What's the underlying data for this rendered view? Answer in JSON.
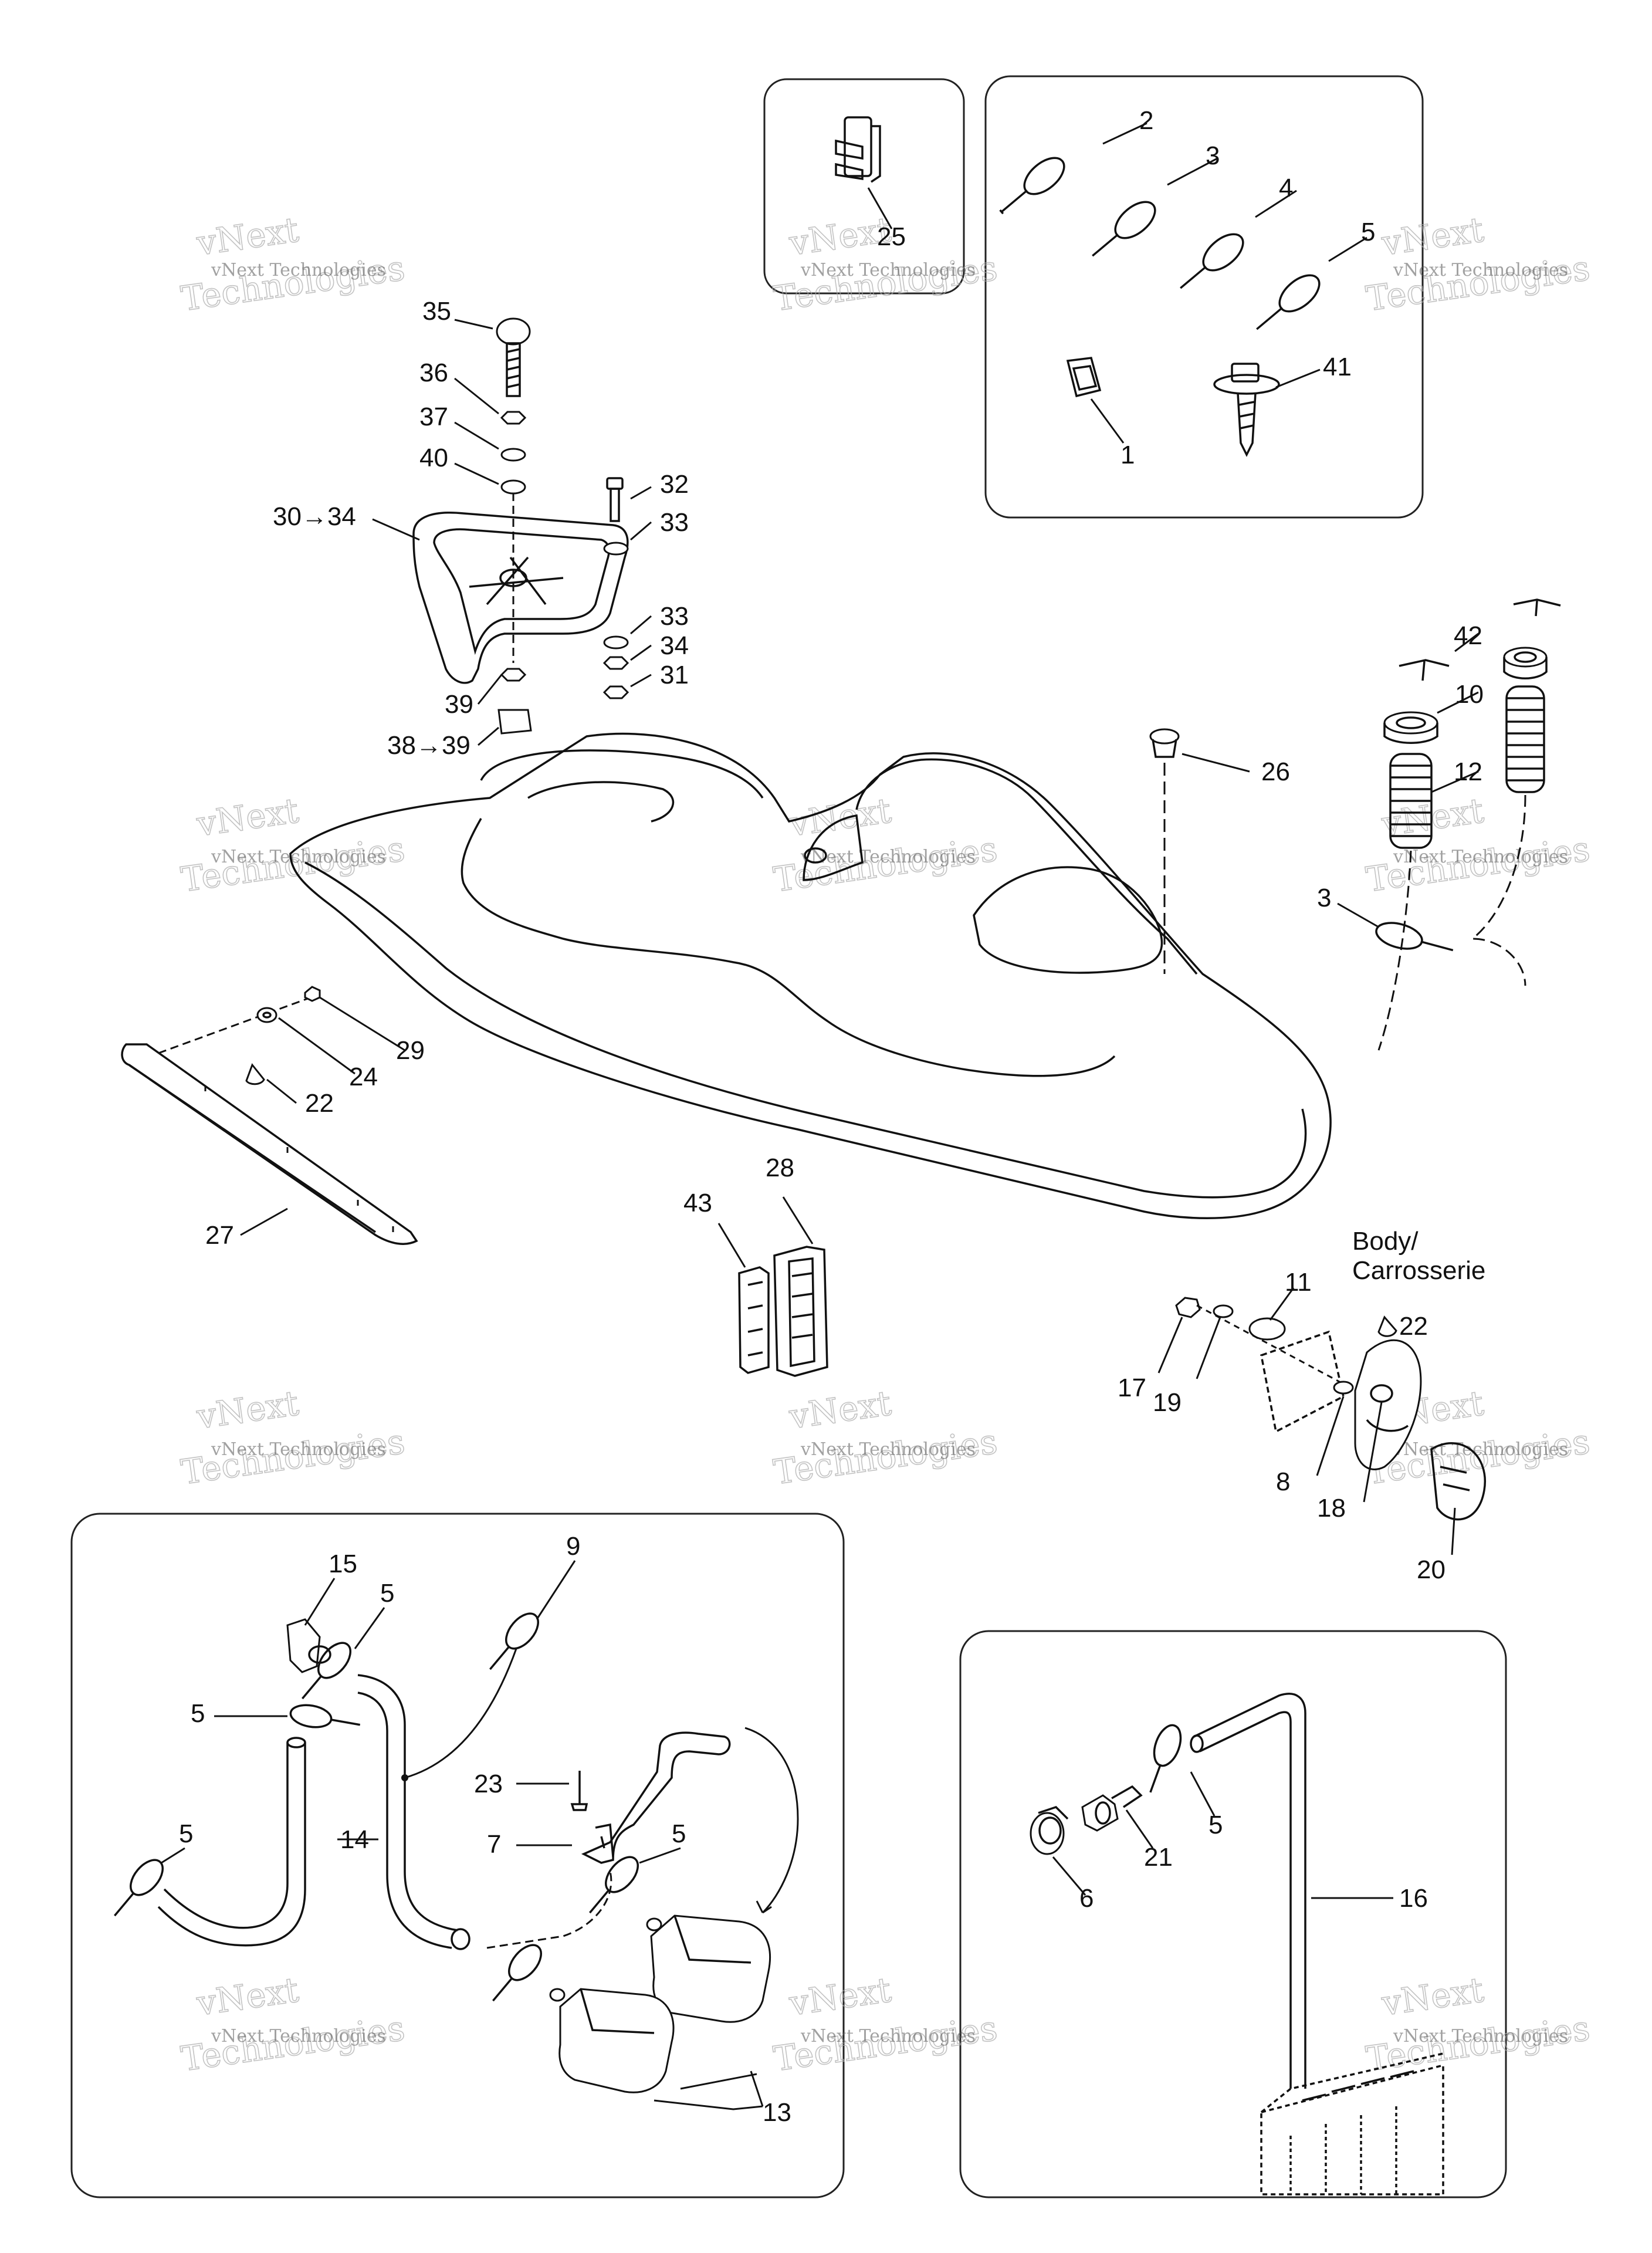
{
  "watermark": {
    "line1": "vNext",
    "line2": "vNext Technologies",
    "line3": "Technologies"
  },
  "body_label_line1": "Body/",
  "body_label_line2": "Carrosserie",
  "callouts": [
    {
      "id": "c2",
      "text": "2"
    },
    {
      "id": "c3",
      "text": "3"
    },
    {
      "id": "c4",
      "text": "4"
    },
    {
      "id": "c5",
      "text": "5"
    },
    {
      "id": "c41",
      "text": "41"
    },
    {
      "id": "c1",
      "text": "1"
    },
    {
      "id": "c25",
      "text": "25"
    },
    {
      "id": "c35",
      "text": "35"
    },
    {
      "id": "c36",
      "text": "36"
    },
    {
      "id": "c37",
      "text": "37"
    },
    {
      "id": "c40",
      "text": "40"
    },
    {
      "id": "c30",
      "text": "30→34"
    },
    {
      "id": "c32",
      "text": "32"
    },
    {
      "id": "c33a",
      "text": "33"
    },
    {
      "id": "c33b",
      "text": "33"
    },
    {
      "id": "c34",
      "text": "34"
    },
    {
      "id": "c31",
      "text": "31"
    },
    {
      "id": "c39",
      "text": "39"
    },
    {
      "id": "c38",
      "text": "38→39"
    },
    {
      "id": "c26",
      "text": "26"
    },
    {
      "id": "c42",
      "text": "42"
    },
    {
      "id": "c10",
      "text": "10"
    },
    {
      "id": "c12",
      "text": "12"
    },
    {
      "id": "c3b",
      "text": "3"
    },
    {
      "id": "c29",
      "text": "29"
    },
    {
      "id": "c24",
      "text": "24"
    },
    {
      "id": "c22",
      "text": "22"
    },
    {
      "id": "c27",
      "text": "27"
    },
    {
      "id": "c28",
      "text": "28"
    },
    {
      "id": "c43",
      "text": "43"
    },
    {
      "id": "c11",
      "text": "11"
    },
    {
      "id": "c22b",
      "text": "22"
    },
    {
      "id": "c17",
      "text": "17"
    },
    {
      "id": "c19",
      "text": "19"
    },
    {
      "id": "c8",
      "text": "8"
    },
    {
      "id": "c18",
      "text": "18"
    },
    {
      "id": "c20",
      "text": "20"
    },
    {
      "id": "c15",
      "text": "15"
    },
    {
      "id": "c5b",
      "text": "5"
    },
    {
      "id": "c9",
      "text": "9"
    },
    {
      "id": "c5c",
      "text": "5"
    },
    {
      "id": "c23",
      "text": "23"
    },
    {
      "id": "c7",
      "text": "7"
    },
    {
      "id": "c5d",
      "text": "5"
    },
    {
      "id": "c14",
      "text": "14"
    },
    {
      "id": "c5e",
      "text": "5"
    },
    {
      "id": "c13",
      "text": "13"
    },
    {
      "id": "c5f",
      "text": "5"
    },
    {
      "id": "c21",
      "text": "21"
    },
    {
      "id": "c6",
      "text": "6"
    },
    {
      "id": "c16",
      "text": "16"
    }
  ]
}
